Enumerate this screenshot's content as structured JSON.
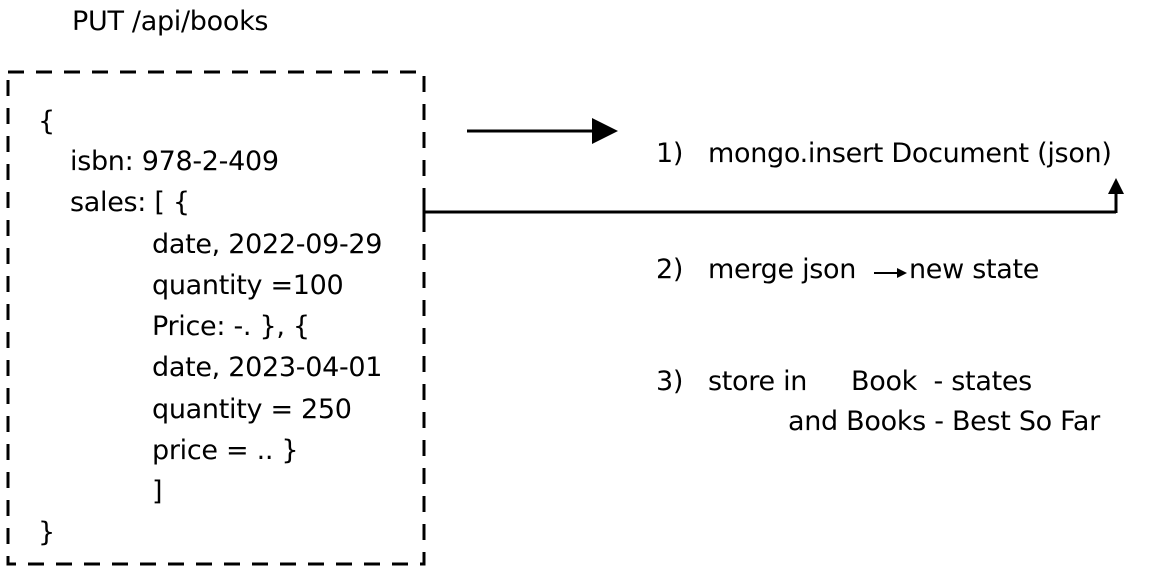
{
  "request": {
    "label": "PUT /api/books"
  },
  "payload": {
    "lines": [
      "{",
      "isbn: 978-2-409",
      "sales: [ {",
      "date, 2022-09-29",
      "quantity =100",
      "Price: -. }, {",
      "date, 2023-04-01",
      "quantity = 250",
      "price = .. }",
      "]",
      "}"
    ]
  },
  "steps": {
    "step1": {
      "number": "1)",
      "text": "mongo.insert Document (json)"
    },
    "step2": {
      "number": "2)",
      "text_before": "merge json",
      "text_after": "new state"
    },
    "step3": {
      "number": "3)",
      "text_a": "store in",
      "text_b": "Book  - states",
      "text_c": "and Books - Best So Far"
    }
  },
  "colors": {
    "stroke": "#000000",
    "background": "#ffffff"
  }
}
